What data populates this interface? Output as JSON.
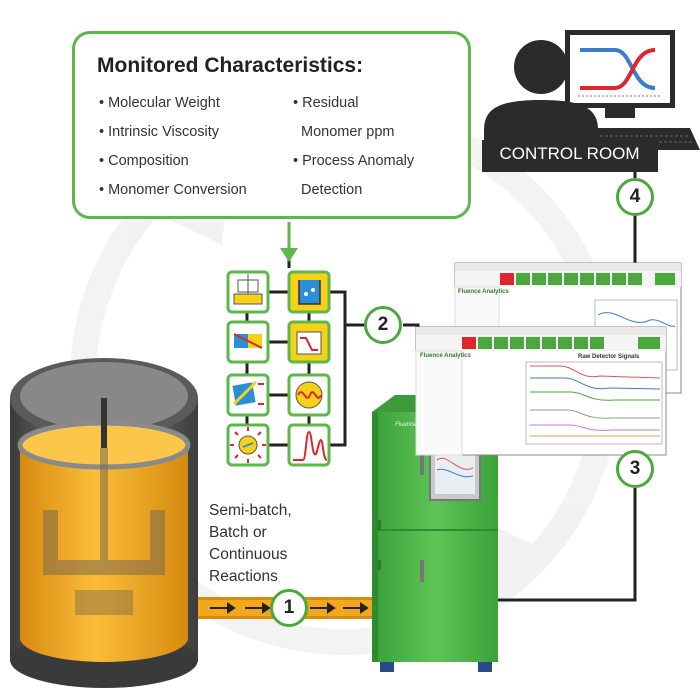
{
  "callout": {
    "title": "Monitored Characteristics:",
    "col1": [
      "• Molecular Weight",
      "• Intrinsic Viscosity",
      "• Composition",
      "• Monomer Conversion"
    ],
    "col2": [
      "• Residual",
      "Monomer ppm",
      "• Process Anomaly",
      "Detection"
    ]
  },
  "control_room": {
    "label": "CONTROL ROOM"
  },
  "reaction": {
    "lines": [
      "Semi-batch,",
      "Batch or",
      "Continuous",
      "Reactions"
    ]
  },
  "markers": [
    "1",
    "2",
    "3",
    "4"
  ],
  "cabinet": {
    "brand": "Fluence"
  },
  "screens": {
    "back_brand": "Fluence Analytics",
    "front_brand": "Fluence Analytics",
    "front_chart_title": "Raw Detector Signals"
  },
  "detector_icons": [
    "mixing-detector-icon",
    "uv-beaker-detector-icon",
    "refractive-index-detector-icon",
    "viscometer-detector-icon",
    "light-scattering-detector-icon",
    "polarization-detector-icon",
    "fluorescence-detector-icon",
    "peak-signal-detector-icon"
  ],
  "colors": {
    "green": "#5cb849",
    "marker_green": "#4aa83c",
    "cabinet_green": "#4fb848",
    "reactor_orange": "#f2a81d",
    "dark": "#2b2b2b",
    "detector_yellow": "#f7d117",
    "detector_blue": "#2a8fd6",
    "detector_red": "#e0262d"
  }
}
